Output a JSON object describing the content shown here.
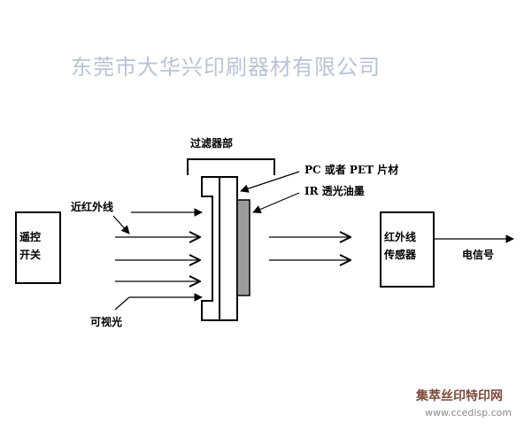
{
  "header": {
    "company_name": "东莞市大华兴印刷器材有限公司"
  },
  "remote": {
    "line1": "遥控",
    "line2": "开关"
  },
  "filter": {
    "bracket_label": "过滤器部",
    "pc_pet_label": "PC 或者 PET 片材",
    "ir_ink_label": "IR 透光油墨"
  },
  "light": {
    "near_ir_label": "近红外线",
    "visible_label": "可视光"
  },
  "sensor": {
    "line1": "红外线",
    "line2": "传感器",
    "output_label": "电信号"
  },
  "watermark": {
    "line1": "集萃丝印特印网",
    "line2": "www.ccedisp.com"
  },
  "colors": {
    "ink_fill": "#9c9c9c",
    "company_text": "#b8c4d4"
  }
}
